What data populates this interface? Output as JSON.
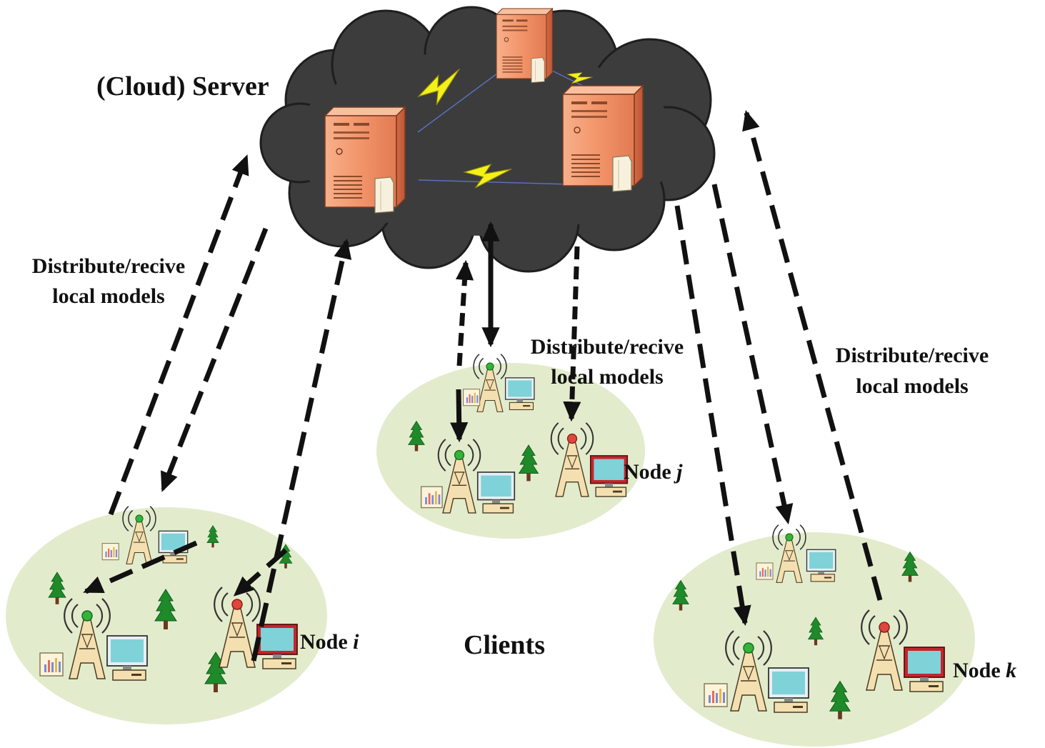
{
  "title": "(Cloud) Server",
  "clients_label": "Clients",
  "links": [
    {
      "line1": "Distribute/recive",
      "line2": "local models"
    },
    {
      "line1": "Distribute/recive",
      "line2": "local models"
    },
    {
      "line1": "Distribute/recive",
      "line2": "local models"
    }
  ],
  "nodes": [
    {
      "prefix": "Node ",
      "var": "i"
    },
    {
      "prefix": "Node ",
      "var": "j"
    },
    {
      "prefix": "Node ",
      "var": "k"
    }
  ],
  "colors": {
    "cloud": "#3c3c3c",
    "cloud_edge": "#1e1e1e",
    "server": "#f2996c",
    "lightning": "#f3f01a",
    "client_region": "#e2eccd",
    "tree": "#1f8a2a",
    "tower": "#f3dfb0",
    "antenna_green": "#34b33a",
    "antenna_red": "#e0463c",
    "monitor_screen": "#7fd2d8",
    "monitor_red": "#c3262b",
    "arrow": "#111111"
  },
  "icons": [
    "server-icon",
    "lightning-icon",
    "tower-icon",
    "monitor-icon",
    "chart-icon",
    "tree-icon"
  ]
}
